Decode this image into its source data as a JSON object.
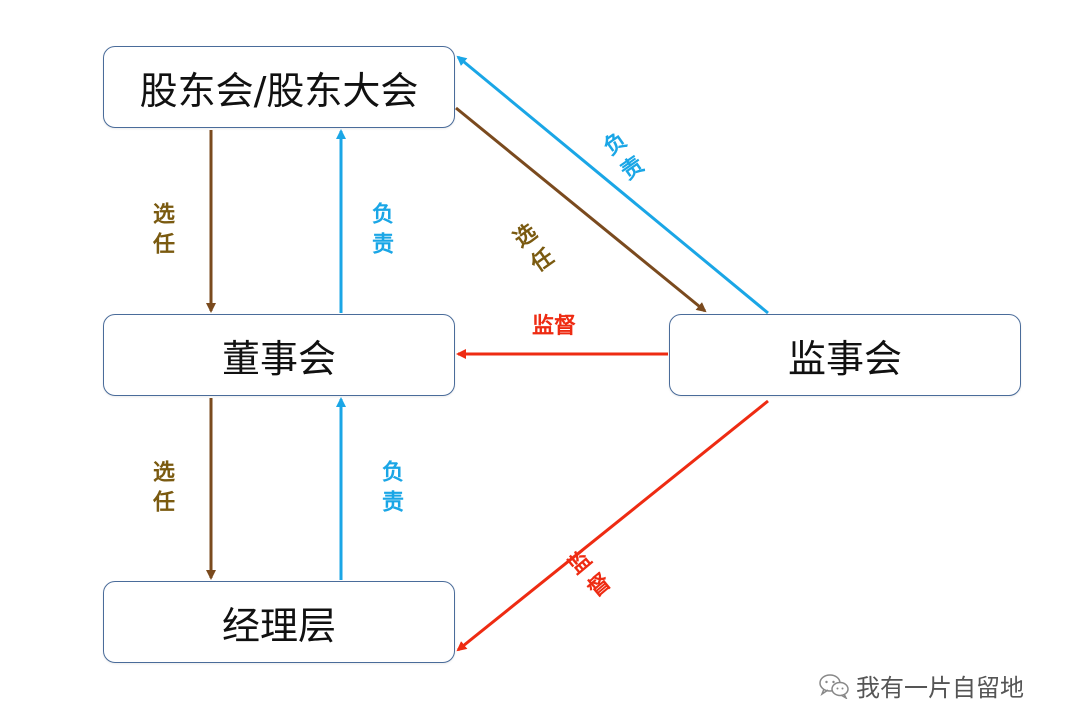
{
  "nodes": {
    "shareholders": "股东会/股东大会",
    "board": "董事会",
    "management": "经理层",
    "supervisory": "监事会"
  },
  "edges": {
    "shareholders_to_board": "选任",
    "board_to_shareholders": "负责",
    "board_to_management": "选任",
    "management_to_board": "负责",
    "shareholders_to_supervisory": "选任",
    "supervisory_to_shareholders": "负责",
    "supervisory_to_board": "监督",
    "supervisory_to_management": "监督"
  },
  "colors": {
    "elect": "#7a4a1e",
    "elect_text": "#7a5a10",
    "responsible": "#1aa6e6",
    "supervise": "#ee2b12",
    "node_border": "#4a6c9a"
  },
  "watermark": {
    "icon": "wechat-icon",
    "text": "我有一片自留地"
  }
}
